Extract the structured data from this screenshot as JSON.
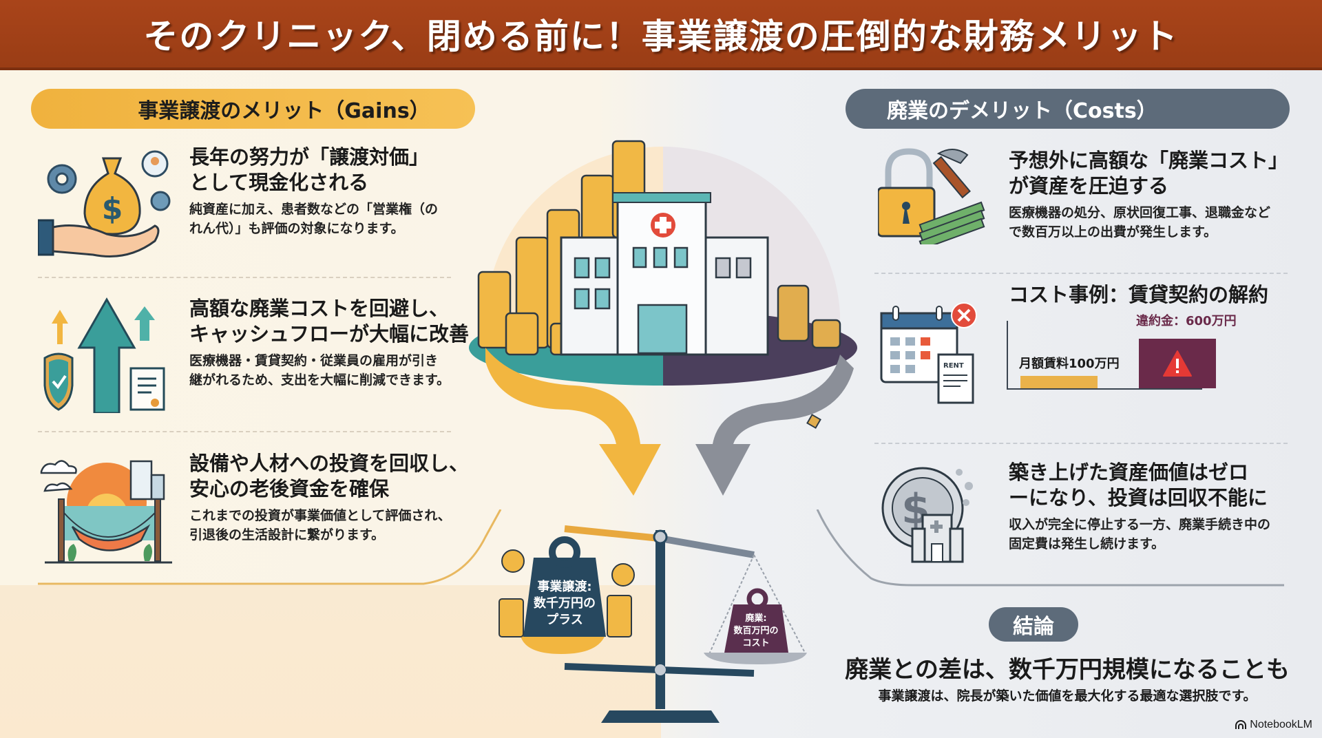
{
  "header": {
    "title": "そのクリニック、閉める前に！事業譲渡の圧倒的な財務メリット"
  },
  "gains": {
    "heading": "事業譲渡のメリット（Gains）",
    "items": [
      {
        "title_line1": "長年の努力が「譲渡対価」",
        "title_line2": "として現金化される",
        "body_line1": "純資産に加え、患者数などの「営業権（の",
        "body_line2": "れん代）」も評価の対象になります。",
        "icon": "money-bag-hand-icon"
      },
      {
        "title_line1": "高額な廃業コストを回避し、",
        "title_line2": "キャッシュフローが大幅に改善",
        "body_line1": "医療機器・賃貸契約・従業員の雇用が引き",
        "body_line2": "継がれるため、支出を大幅に削減できます。",
        "icon": "growth-arrows-shield-icon"
      },
      {
        "title_line1": "設備や人材への投資を回収し、",
        "title_line2": "安心の老後資金を確保",
        "body_line1": "これまでの投資が事業価値として評価され、",
        "body_line2": "引退後の生活設計に繋がります。",
        "icon": "hammock-sunset-icon"
      }
    ]
  },
  "costs": {
    "heading": "廃業のデメリット（Costs）",
    "items": [
      {
        "title_line1": "予想外に高額な「廃業コスト」",
        "title_line2": "が資産を圧迫する",
        "body_line1": "医療機器の処分、原状回復工事、退職金など",
        "body_line2": "で数百万以上の出費が発生します。",
        "icon": "broken-lock-hammer-cash-icon"
      },
      {
        "title": "コスト事例：賃貸契約の解約",
        "icon": "calendar-cancel-rent-icon"
      },
      {
        "title_line1": "築き上げた資産価値はゼロ",
        "title_line2": "ーになり、投資は回収不能に",
        "body_line1": "収入が完全に停止する一方、廃業手続き中の",
        "body_line2": "固定費は発生し続けます。",
        "icon": "crumbling-coin-clinic-icon"
      }
    ]
  },
  "chart_data": {
    "type": "bar",
    "title": "コスト事例：賃貸契約の解約",
    "categories": [
      "月額賃料100万円",
      "違約金：600万円"
    ],
    "values": [
      100,
      600
    ],
    "unit": "万円",
    "colors": [
      "#eab24a",
      "#6a2a4a"
    ],
    "annotations": [
      "warning-triangle on 違約金 bar"
    ]
  },
  "scale": {
    "left_weight": "事業譲渡:\n数千万円の\nプラス",
    "left_l1": "事業譲渡:",
    "left_l2": "数千万円の",
    "left_l3": "プラス",
    "right_l1": "廃業:",
    "right_l2": "数百万円の",
    "right_l3": "コスト"
  },
  "conclusion": {
    "label": "結論",
    "main": "廃業との差は、数千万円規模になることも",
    "sub": "事業譲渡は、院長が築いた価値を最大化する最適な選択肢です。"
  },
  "brand": {
    "name": "NotebookLM"
  },
  "colors": {
    "header": "#a9441a",
    "gains_accent": "#f0b23e",
    "costs_accent": "#5d6b7a",
    "teal": "#3a9e9a",
    "navy": "#27485f",
    "plum": "#6a2a4a"
  }
}
